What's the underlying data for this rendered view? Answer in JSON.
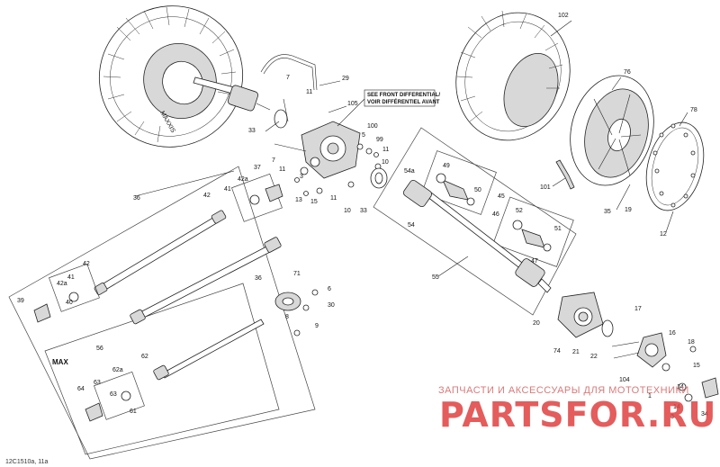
{
  "note": {
    "line1": "SEE FRONT DIFFERENTIAL/",
    "line2": "VOIR DIFFÉRENTIEL AVANT"
  },
  "max_label": "MAX",
  "reference": "12C1510a, 11a",
  "watermark": {
    "top_text": "ЗАПЧАСТИ И АКСЕССУАРЫ ДЛЯ МОТОТЕХНИКИ",
    "logo_text": "PARTSFOR.RU"
  },
  "tire_sidewall_text": "MAXXIS",
  "callouts": {
    "c102": "102",
    "c76": "76",
    "c78": "78",
    "c29": "29",
    "c7a": "7",
    "c11a": "11",
    "c105": "105",
    "c33a": "33",
    "c100": "100",
    "c5": "5",
    "c99": "99",
    "c11b": "11",
    "c7b": "7",
    "c11c": "11",
    "c10a": "10",
    "c3a": "3",
    "c54a": "54a",
    "c49": "49",
    "c50": "50",
    "c45": "45",
    "c101": "101",
    "c35": "35",
    "c19": "19",
    "c12": "12",
    "c52": "52",
    "c46": "46",
    "c51": "51",
    "c54": "54",
    "c33b": "33",
    "c10b": "10",
    "c11d": "11",
    "c13": "13",
    "c15": "15",
    "c37": "37",
    "c42a": "42a",
    "c42": "42",
    "c41a": "41",
    "c36a": "36",
    "c55": "55",
    "c47": "47",
    "c42b": "42",
    "c41b": "41",
    "c42ab": "42a",
    "c39": "39",
    "c40": "40",
    "c36b": "36",
    "c71": "71",
    "c6": "6",
    "c30": "30",
    "c9": "9",
    "c8": "8",
    "c20": "20",
    "c17": "17",
    "c74": "74",
    "c21": "21",
    "c22": "22",
    "c16": "16",
    "c18": "18",
    "c56": "56",
    "c62": "62",
    "c62a": "62a",
    "c63a": "63",
    "c63b": "63",
    "c64": "64",
    "c61": "61",
    "c104": "104",
    "c14a": "14",
    "c14b": "14",
    "c34": "34",
    "c15b": "15",
    "c1": "1",
    "c3b": "3"
  },
  "colors": {
    "line": "#222222",
    "watermark_text": "#d97a7a",
    "watermark_logo": "#e04040"
  }
}
